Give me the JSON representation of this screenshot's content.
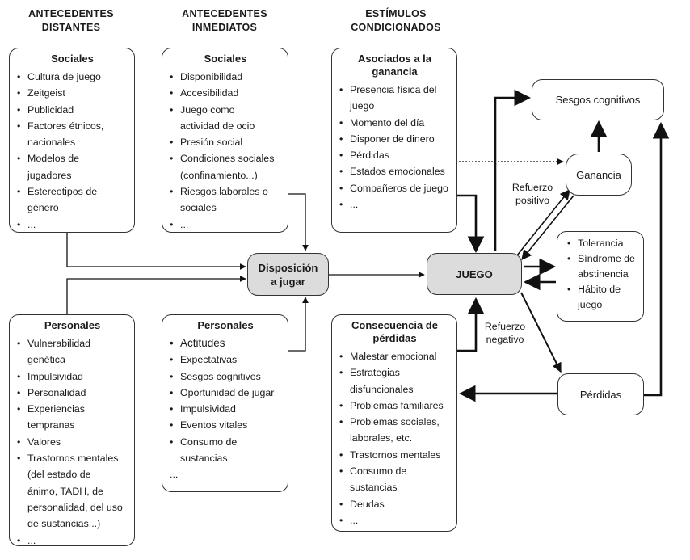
{
  "headers": {
    "distantes": [
      "ANTECEDENTES",
      "DISTANTES"
    ],
    "inmediatos": [
      "ANTECEDENTES",
      "INMEDIATOS"
    ],
    "estimulos": [
      "ESTÍMULOS",
      "CONDICIONADOS"
    ]
  },
  "sociales_distantes": {
    "title": "Sociales",
    "items": [
      "Cultura de juego",
      "Zeitgeist",
      "Publicidad",
      "Factores étnicos,",
      "nacionales",
      "Modelos de",
      "jugadores",
      "Estereotipos de",
      "género",
      "..."
    ]
  },
  "sociales_inmediatos": {
    "title": "Sociales",
    "items": [
      "Disponibilidad",
      "Accesibilidad",
      "Juego como",
      "actividad de ocio",
      "Presión social",
      "Condiciones sociales",
      "(confinamiento...)",
      "Riesgos laborales o",
      "sociales",
      "..."
    ]
  },
  "ganancia_box": {
    "title_lines": [
      "Asociados a la",
      "ganancia"
    ],
    "items": [
      "Presencia física del",
      "juego",
      "Momento del día",
      "Disponer de dinero",
      "Pérdidas",
      "Estados emocionales",
      "Compañeros de juego",
      "..."
    ]
  },
  "personales_distantes": {
    "title": "Personales",
    "items": [
      "Vulnerabilidad",
      "genética",
      "Impulsividad",
      "Personalidad",
      "Experiencias",
      "tempranas",
      "Valores",
      "Trastornos mentales",
      "(del estado de",
      "ánimo, TADH, de",
      "personalidad, del uso",
      "de sustancias...)",
      "..."
    ]
  },
  "personales_inmediatos": {
    "title": "Personales",
    "items": [
      "Actitudes",
      "Expectativas",
      "Sesgos cognitivos",
      "Oportunidad de jugar",
      "Impulsividad",
      "Eventos vitales",
      "Consumo de",
      "sustancias",
      "..."
    ]
  },
  "perdidas_box": {
    "title_lines": [
      "Consecuencia de",
      "pérdidas"
    ],
    "items": [
      "Malestar emocional",
      "Estrategias",
      "disfuncionales",
      "Problemas familiares",
      "Problemas sociales,",
      "laborales, etc.",
      "Trastornos mentales",
      "Consumo de",
      "sustancias",
      "Deudas",
      "..."
    ]
  },
  "disposicion": [
    "Disposición",
    "a jugar"
  ],
  "juego": "JUEGO",
  "sesgos": "Sesgos cognitivos",
  "ganancia": "Ganancia",
  "perdidas": "Pérdidas",
  "tolerancia_items": [
    "Tolerancia",
    "Síndrome de",
    "abstinencia",
    "Hábito de",
    "juego"
  ],
  "refuerzo_positivo": [
    "Refuerzo",
    "positivo"
  ],
  "refuerzo_negativo": [
    "Refuerzo",
    "negativo"
  ]
}
